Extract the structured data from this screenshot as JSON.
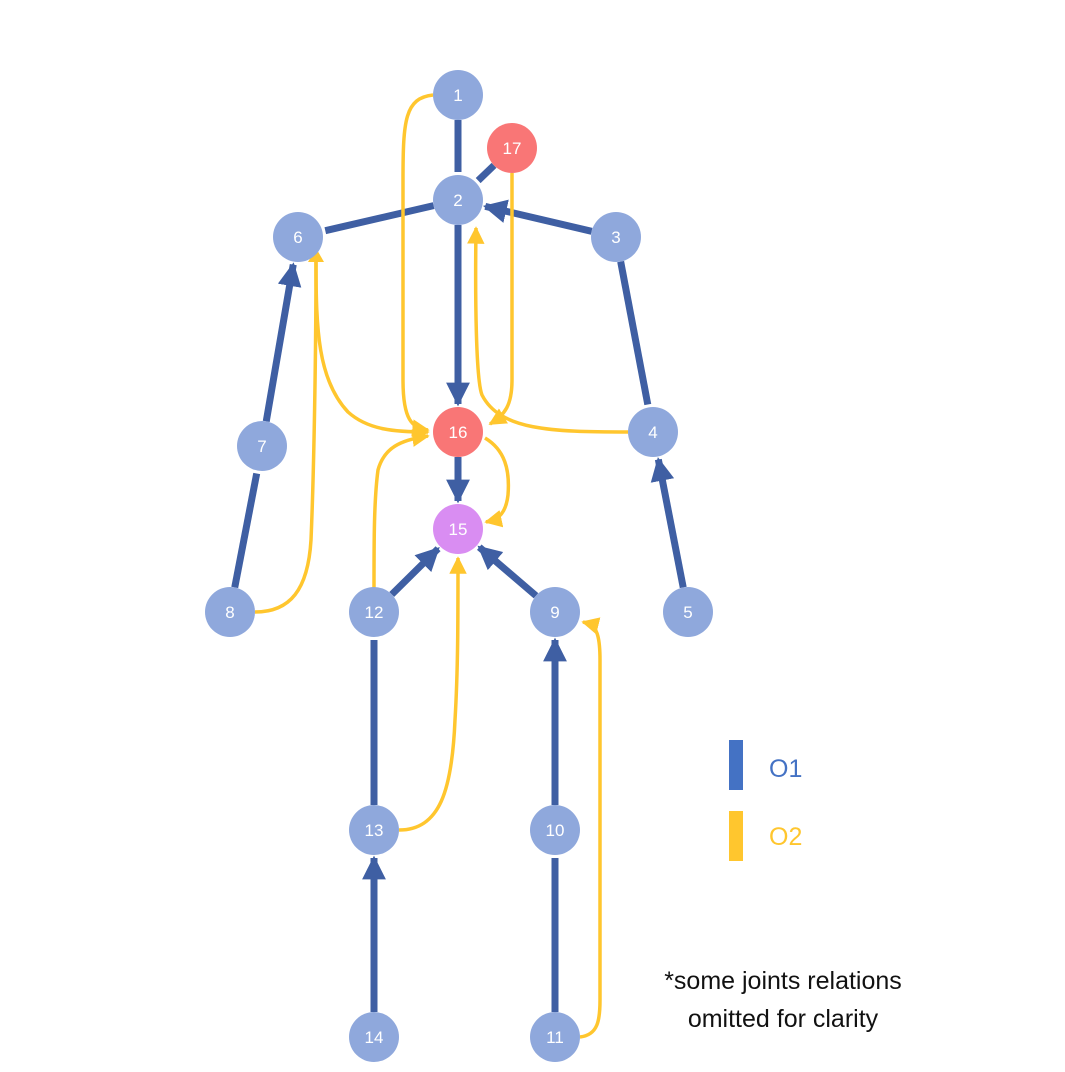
{
  "colors": {
    "o1_edge": "#3f5fa3",
    "o2_edge": "#ffc62e",
    "joint": "#8fa8dc",
    "joint_highlight": "#f97676",
    "joint_center": "#d98df2",
    "legend_o1": "#4472c4",
    "legend_o2": "#ffc62e"
  },
  "nodes": [
    {
      "id": "1",
      "label": "1"
    },
    {
      "id": "2",
      "label": "2"
    },
    {
      "id": "3",
      "label": "3"
    },
    {
      "id": "4",
      "label": "4"
    },
    {
      "id": "5",
      "label": "5"
    },
    {
      "id": "6",
      "label": "6"
    },
    {
      "id": "7",
      "label": "7"
    },
    {
      "id": "8",
      "label": "8"
    },
    {
      "id": "9",
      "label": "9"
    },
    {
      "id": "10",
      "label": "10"
    },
    {
      "id": "11",
      "label": "11"
    },
    {
      "id": "12",
      "label": "12"
    },
    {
      "id": "13",
      "label": "13"
    },
    {
      "id": "14",
      "label": "14"
    },
    {
      "id": "15",
      "label": "15"
    },
    {
      "id": "16",
      "label": "16"
    },
    {
      "id": "17",
      "label": "17"
    }
  ],
  "o1_edges": [
    {
      "from": "1",
      "to": "2",
      "arrow": false
    },
    {
      "from": "17",
      "to": "2",
      "arrow": false
    },
    {
      "from": "2",
      "to": "6",
      "arrow": false
    },
    {
      "from": "3",
      "to": "2",
      "arrow": true
    },
    {
      "from": "2",
      "to": "16",
      "arrow": true
    },
    {
      "from": "7",
      "to": "6",
      "arrow": true
    },
    {
      "from": "8",
      "to": "7",
      "arrow": false
    },
    {
      "from": "3",
      "to": "4",
      "arrow": false
    },
    {
      "from": "5",
      "to": "4",
      "arrow": true
    },
    {
      "from": "16",
      "to": "15",
      "arrow": true
    },
    {
      "from": "12",
      "to": "15",
      "arrow": true
    },
    {
      "from": "9",
      "to": "15",
      "arrow": true
    },
    {
      "from": "13",
      "to": "12",
      "arrow": false
    },
    {
      "from": "14",
      "to": "13",
      "arrow": true
    },
    {
      "from": "10",
      "to": "9",
      "arrow": true
    },
    {
      "from": "11",
      "to": "10",
      "arrow": false
    }
  ],
  "o2_edges": [
    {
      "from": "1",
      "to": "16"
    },
    {
      "from": "17",
      "to": "16"
    },
    {
      "from": "4",
      "to": "2"
    },
    {
      "from": "8",
      "to": "6"
    },
    {
      "from": "6",
      "to": "16"
    },
    {
      "from": "12",
      "to": "16"
    },
    {
      "from": "16",
      "to": "15"
    },
    {
      "from": "13",
      "to": "15"
    },
    {
      "from": "11",
      "to": "9"
    }
  ],
  "legend": [
    {
      "key": "o1",
      "label": "O1"
    },
    {
      "key": "o2",
      "label": "O2"
    }
  ],
  "note": {
    "line1": "*some joints relations",
    "line2": "omitted for clarity"
  }
}
